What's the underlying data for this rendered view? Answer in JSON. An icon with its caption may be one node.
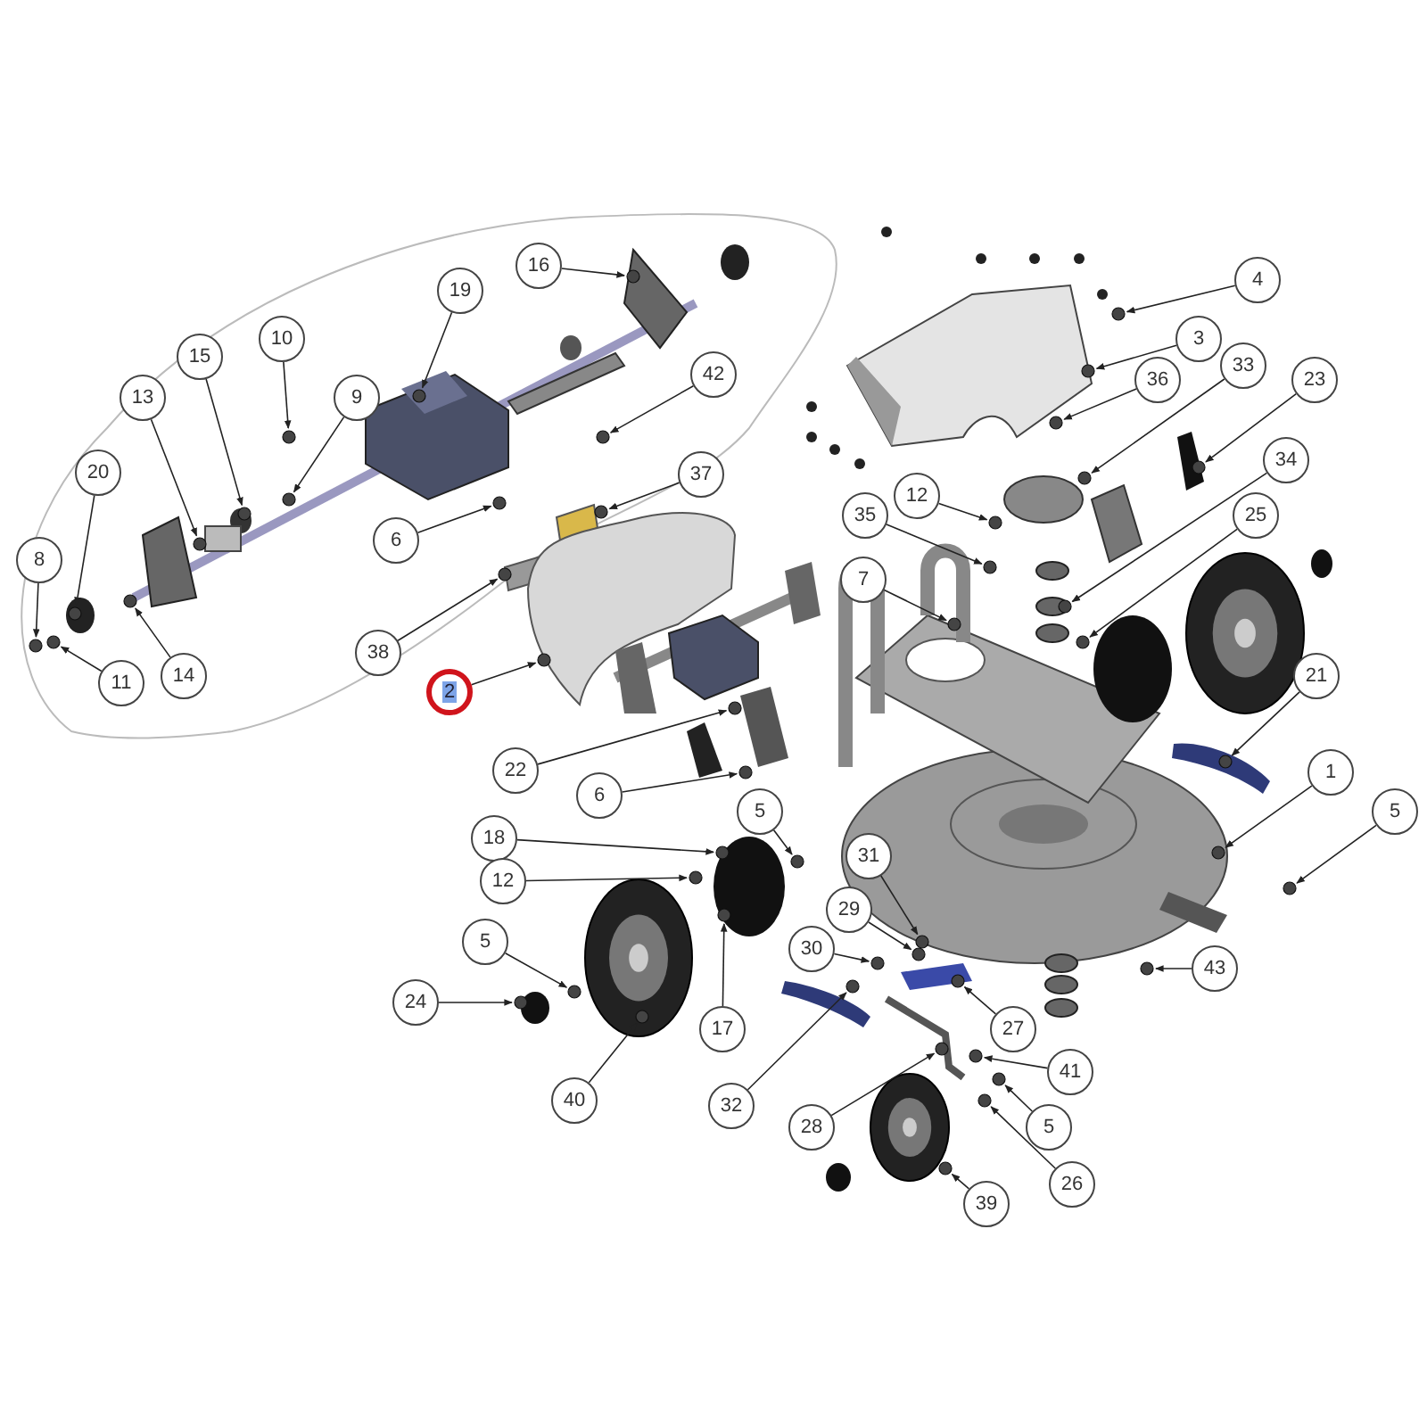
{
  "diagram": {
    "nodes": [
      {
        "text": [
          "16"
        ]
      },
      {
        "text": [
          "19"
        ]
      },
      {
        "text": [
          "4"
        ]
      },
      {
        "text": [
          "10"
        ]
      },
      {
        "text": [
          "15"
        ]
      },
      {
        "text": [
          "3"
        ]
      },
      {
        "text": [
          "9"
        ]
      },
      {
        "text": [
          "13"
        ]
      },
      {
        "text": [
          "33"
        ]
      },
      {
        "text": [
          "23"
        ]
      },
      {
        "text": [
          "36"
        ]
      },
      {
        "text": [
          "42"
        ]
      },
      {
        "text": [
          "20"
        ]
      },
      {
        "text": [
          "37"
        ]
      },
      {
        "text": [
          "34"
        ]
      },
      {
        "text": [
          "25"
        ]
      },
      {
        "text": [
          "12"
        ]
      },
      {
        "text": [
          "6"
        ]
      },
      {
        "text": [
          "35"
        ]
      },
      {
        "text": [
          "8"
        ]
      },
      {
        "text": [
          "7"
        ]
      },
      {
        "text": [
          "38"
        ]
      },
      {
        "text": [
          "14"
        ]
      },
      {
        "text": [
          "11"
        ]
      },
      {
        "text": [
          "2"
        ]
      },
      {
        "text": [
          "21"
        ]
      },
      {
        "text": [
          "1"
        ]
      },
      {
        "text": [
          "22"
        ]
      },
      {
        "text": [
          "6"
        ]
      },
      {
        "text": [
          "5"
        ]
      },
      {
        "text": [
          "5"
        ]
      },
      {
        "text": [
          "18"
        ]
      },
      {
        "text": [
          "12"
        ]
      },
      {
        "text": [
          "31"
        ]
      },
      {
        "text": [
          "29"
        ]
      },
      {
        "text": [
          "30"
        ]
      },
      {
        "text": [
          "5"
        ]
      },
      {
        "text": [
          "43"
        ]
      },
      {
        "text": [
          "24"
        ]
      },
      {
        "text": [
          "27"
        ]
      },
      {
        "text": [
          "17"
        ]
      },
      {
        "text": [
          "41"
        ]
      },
      {
        "text": [
          "32"
        ]
      },
      {
        "text": [
          "40"
        ]
      },
      {
        "text": [
          "28"
        ]
      },
      {
        "text": [
          "5"
        ]
      },
      {
        "text": [
          "26"
        ]
      },
      {
        "text": [
          "39"
        ]
      },
      {
        "text": [],
        "shape": "circle"
      },
      {
        "text": [],
        "shape": "circle"
      },
      {
        "text": [],
        "shape": "circle"
      },
      {
        "text": [],
        "shape": "circle"
      },
      {
        "text": [],
        "shape": "circle"
      },
      {
        "text": [],
        "shape": "circle"
      },
      {
        "text": [],
        "shape": "circle"
      },
      {
        "text": [],
        "shape": "circle"
      },
      {
        "text": [],
        "shape": "circle"
      },
      {
        "text": [],
        "shape": "circle"
      },
      {
        "text": [],
        "shape": "circle"
      },
      {
        "text": [],
        "shape": "circle"
      },
      {
        "text": [],
        "shape": "circle"
      },
      {
        "text": [],
        "shape": "circle"
      },
      {
        "text": [],
        "shape": "circle"
      },
      {
        "text": [],
        "shape": "circle"
      },
      {
        "text": [],
        "shape": "circle"
      },
      {
        "text": [],
        "shape": "circle"
      },
      {
        "text": [],
        "shape": "circle"
      },
      {
        "text": [],
        "shape": "circle"
      },
      {
        "text": [],
        "shape": "circle"
      },
      {
        "text": [],
        "shape": "circle"
      },
      {
        "text": [],
        "shape": "circle"
      },
      {
        "text": [],
        "shape": "circle"
      },
      {
        "text": [],
        "shape": "circle"
      },
      {
        "text": [],
        "shape": "circle"
      },
      {
        "text": [],
        "shape": "circle"
      },
      {
        "text": [],
        "shape": "circle"
      },
      {
        "text": [],
        "shape": "circle"
      },
      {
        "text": [],
        "shape": "circle"
      },
      {
        "text": [],
        "shape": "circle"
      },
      {
        "text": [],
        "shape": "circle"
      },
      {
        "text": [],
        "shape": "circle"
      },
      {
        "text": [],
        "shape": "circle"
      },
      {
        "text": [],
        "shape": "circle"
      },
      {
        "text": [],
        "shape": "circle"
      },
      {
        "text": [],
        "shape": "circle"
      },
      {
        "text": [],
        "shape": "circle"
      },
      {
        "text": [],
        "shape": "circle"
      },
      {
        "text": [],
        "shape": "circle"
      },
      {
        "text": [],
        "shape": "circle"
      },
      {
        "text": [],
        "shape": "circle"
      },
      {
        "text": [],
        "shape": "circle"
      },
      {
        "text": [],
        "shape": "circle"
      },
      {
        "text": [],
        "shape": "circle"
      },
      {
        "text": [],
        "shape": "circle"
      },
      {
        "text": [],
        "shape": "circle"
      },
      {
        "text": [],
        "shape": "circle"
      }
    ],
    "edges": [
      {
        "from": 0,
        "to": 48,
        "arrow": "to"
      },
      {
        "from": 1,
        "to": 49,
        "arrow": "to"
      },
      {
        "from": 2,
        "to": 50,
        "arrow": "to"
      },
      {
        "from": 3,
        "to": 51,
        "arrow": "to"
      },
      {
        "from": 4,
        "to": 52,
        "arrow": "to"
      },
      {
        "from": 5,
        "to": 53,
        "arrow": "to"
      },
      {
        "from": 6,
        "to": 54,
        "arrow": "to"
      },
      {
        "from": 7,
        "to": 55,
        "arrow": "to"
      },
      {
        "from": 8,
        "to": 56,
        "arrow": "to"
      },
      {
        "from": 9,
        "to": 57,
        "arrow": "to"
      },
      {
        "from": 10,
        "to": 58,
        "arrow": "to"
      },
      {
        "from": 11,
        "to": 59,
        "arrow": "to"
      },
      {
        "from": 12,
        "to": 60,
        "arrow": "to"
      },
      {
        "from": 13,
        "to": 61,
        "arrow": "to"
      },
      {
        "from": 14,
        "to": 62,
        "arrow": "to"
      },
      {
        "from": 15,
        "to": 63,
        "arrow": "to"
      },
      {
        "from": 16,
        "to": 64,
        "arrow": "to"
      },
      {
        "from": 17,
        "to": 65,
        "arrow": "to"
      },
      {
        "from": 18,
        "to": 66,
        "arrow": "to"
      },
      {
        "from": 19,
        "to": 67,
        "arrow": "to"
      },
      {
        "from": 20,
        "to": 68,
        "arrow": "to"
      },
      {
        "from": 21,
        "to": 69,
        "arrow": "to"
      },
      {
        "from": 22,
        "to": 70,
        "arrow": "to"
      },
      {
        "from": 23,
        "to": 71,
        "arrow": "to"
      },
      {
        "from": 24,
        "to": 72,
        "arrow": "to"
      },
      {
        "from": 25,
        "to": 73,
        "arrow": "to"
      },
      {
        "from": 26,
        "to": 74,
        "arrow": "to"
      },
      {
        "from": 27,
        "to": 75,
        "arrow": "to"
      },
      {
        "from": 28,
        "to": 76,
        "arrow": "to"
      },
      {
        "from": 29,
        "to": 77,
        "arrow": "to"
      },
      {
        "from": 30,
        "to": 78,
        "arrow": "to"
      },
      {
        "from": 31,
        "to": 79,
        "arrow": "to"
      },
      {
        "from": 32,
        "to": 80,
        "arrow": "to"
      },
      {
        "from": 33,
        "to": 81,
        "arrow": "to"
      },
      {
        "from": 34,
        "to": 82,
        "arrow": "to"
      },
      {
        "from": 35,
        "to": 83,
        "arrow": "to"
      },
      {
        "from": 36,
        "to": 84,
        "arrow": "to"
      },
      {
        "from": 37,
        "to": 85,
        "arrow": "to"
      },
      {
        "from": 38,
        "to": 86,
        "arrow": "to"
      },
      {
        "from": 39,
        "to": 87,
        "arrow": "to"
      },
      {
        "from": 40,
        "to": 88,
        "arrow": "to"
      },
      {
        "from": 41,
        "to": 89,
        "arrow": "to"
      },
      {
        "from": 42,
        "to": 90,
        "arrow": "to"
      },
      {
        "from": 43,
        "to": 91,
        "arrow": "to"
      },
      {
        "from": 44,
        "to": 92,
        "arrow": "to"
      },
      {
        "from": 45,
        "to": 93,
        "arrow": "to"
      },
      {
        "from": 46,
        "to": 94,
        "arrow": "to"
      },
      {
        "from": 47,
        "to": 95,
        "arrow": "to"
      }
    ]
  }
}
